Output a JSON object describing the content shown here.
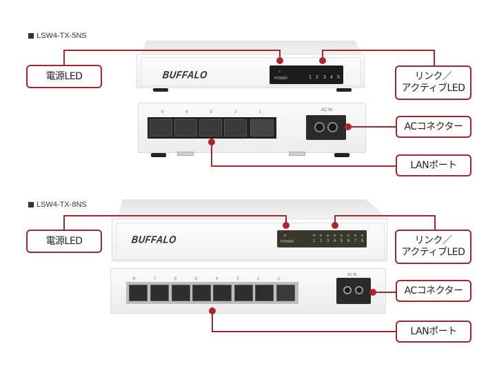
{
  "sections": [
    {
      "model": "LSW4-TX-5NS",
      "brand": "BUFFALO",
      "power_label": "POWER",
      "led_numbers": [
        "1",
        "2",
        "3",
        "4",
        "5"
      ],
      "port_numbers": [
        "5",
        "4",
        "3",
        "2",
        "1"
      ],
      "ac_label": "AC IN",
      "callouts": {
        "power_led": "電源LED",
        "link_led_line1": "リンク／",
        "link_led_line2": "アクティブLED",
        "ac_connector": "ACコネクター",
        "lan_port": "LANポート"
      }
    },
    {
      "model": "LSW4-TX-8NS",
      "brand": "BUFFALO",
      "power_label": "POWER",
      "led_numbers": [
        "1",
        "2",
        "3",
        "4",
        "5",
        "6",
        "7",
        "8"
      ],
      "port_numbers": [
        "8",
        "7",
        "6",
        "5",
        "4",
        "3",
        "2",
        "1"
      ],
      "ac_label": "AC IN",
      "callouts": {
        "power_led": "電源LED",
        "link_led_line1": "リンク／",
        "link_led_line2": "アクティブLED",
        "ac_connector": "ACコネクター",
        "lan_port": "LANポート"
      }
    }
  ],
  "colors": {
    "accent": "#a3242b"
  }
}
